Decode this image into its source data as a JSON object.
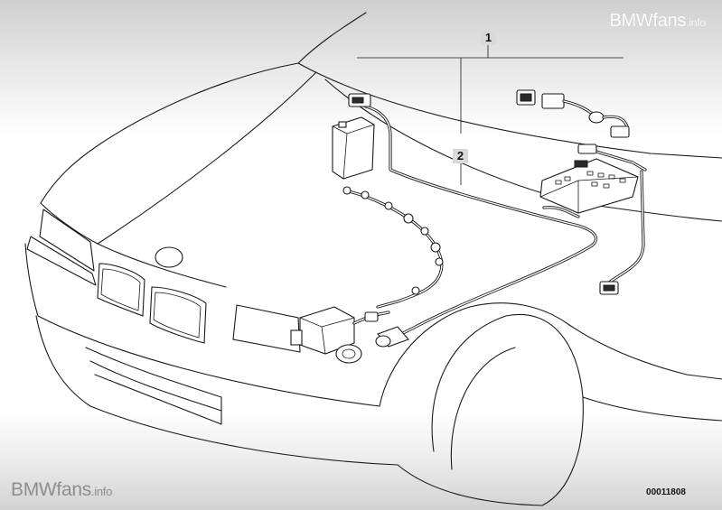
{
  "watermark": {
    "top_brand": "BMWfans",
    "top_suffix": ".info",
    "bottom_brand": "BMWfans",
    "bottom_suffix": ".info"
  },
  "callouts": [
    {
      "id": "1",
      "label": "1"
    },
    {
      "id": "2",
      "label": "2"
    }
  ],
  "part_number": "00011808",
  "colors": {
    "line": "#1a1a1a",
    "callout_bg": "#d9d9d9",
    "band_gray": "#d2d2d2",
    "watermark_bottom": "#8e8e8e"
  }
}
